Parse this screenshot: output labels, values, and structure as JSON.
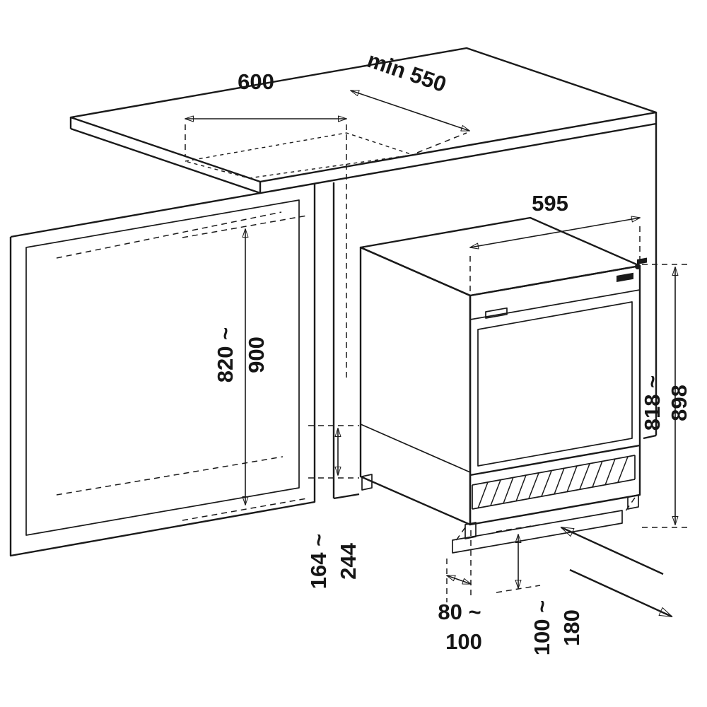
{
  "diagram": {
    "kind": "built-under appliance installation drawing",
    "colors": {
      "line": "#1a1a1a",
      "background": "#ffffff"
    },
    "dimensions": {
      "niche_width": "600",
      "niche_depth": "min 550",
      "appliance_width": "595",
      "niche_height_min": "820 ~",
      "niche_height_max": "900",
      "appliance_height_min": "818 ~",
      "appliance_height_max": "898",
      "base_clearance_min": "164 ~",
      "base_clearance_max": "244",
      "plinth_recess_min": "80 ~",
      "plinth_recess_max": "100",
      "plinth_height_min": "100 ~",
      "plinth_height_max": "180"
    }
  }
}
